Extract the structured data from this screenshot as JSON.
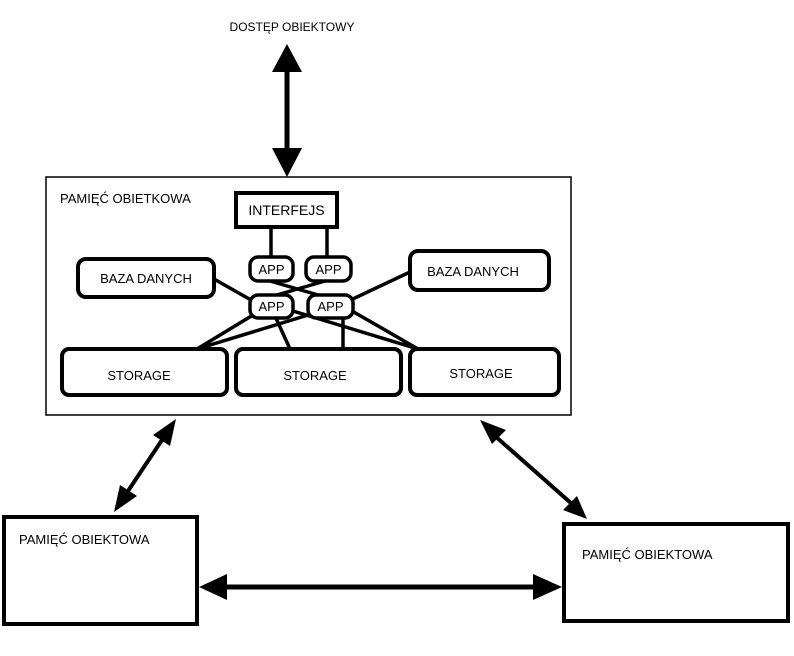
{
  "top_label": "DOSTĘP OBIEKTOWY",
  "main_box_label": "PAMIĘĆ OBIETKOWA",
  "interface_label": "INTERFEJS",
  "apps": [
    "APP",
    "APP",
    "APP",
    "APP"
  ],
  "databases": [
    "BAZA DANYCH",
    "BAZA DANYCH"
  ],
  "storages": [
    "STORAGE",
    "STORAGE",
    "STORAGE"
  ],
  "remote_left_label": "PAMIĘĆ OBIEKTOWA",
  "remote_right_label": "PAMIĘĆ OBIEKTOWA"
}
